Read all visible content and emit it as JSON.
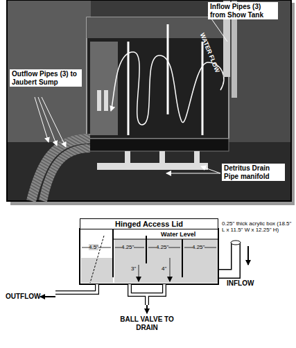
{
  "diagram": {
    "nodes": [
      {
        "text": [
          "Hinged Access Lid"
        ]
      }
    ],
    "labels": [
      "Inflow Pipes (3) from Show Tank",
      "WATER FLOW",
      "Outflow Pipes (3) to Jaubert Sump",
      "Detritus Drain Pipe manifold",
      "0.25\" thick acrylic box (18.5\" L x 11.5\" W x 12.25\" H)",
      "Water Level",
      "4.5\"",
      "4.25\"",
      "4.25\"",
      "4.25\"",
      "3\"",
      "4\"",
      "INFLOW",
      "OUTFLOW",
      "BALL VALVE TO DRAIN"
    ]
  }
}
